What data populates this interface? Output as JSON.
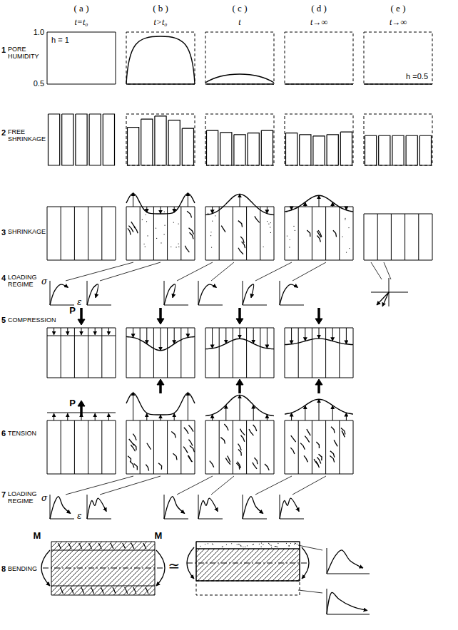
{
  "diagram": {
    "labels": [
      "( a )",
      "( b )",
      "( c )",
      "( d )",
      "( e )",
      "t=t₀",
      "t>t₀",
      "t",
      "t→∞",
      "t→∞",
      "1",
      "PORE HUMIDITY",
      "1.0",
      "0.5",
      "h = 1",
      "h =0.5",
      "2",
      "FREE SHRINKAGE",
      "3",
      "SHRINKAGE",
      "4",
      "LOADING REGIME",
      "σ",
      "ε",
      "5",
      "COMPRESSION",
      "P",
      "6",
      "TENSION",
      "P",
      "7",
      "LOADING REGIME",
      "σ",
      "ε",
      "8",
      "BENDING",
      "M",
      "M",
      "≃"
    ]
  }
}
